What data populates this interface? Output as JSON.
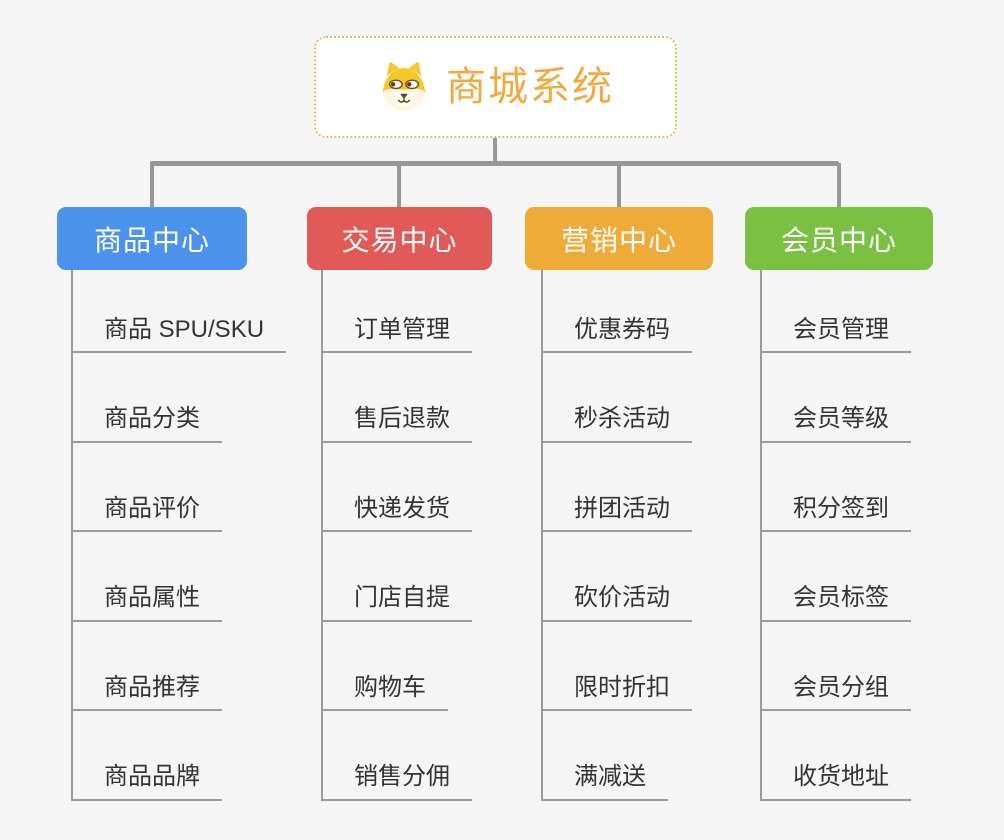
{
  "root": {
    "title": "商城系统",
    "icon": "dog-face-icon"
  },
  "branches": [
    {
      "label": "商品中心",
      "color": "#4b92ec",
      "items": [
        "商品 SPU/SKU",
        "商品分类",
        "商品评价",
        "商品属性",
        "商品推荐",
        "商品品牌"
      ]
    },
    {
      "label": "交易中心",
      "color": "#e25a58",
      "items": [
        "订单管理",
        "售后退款",
        "快递发货",
        "门店自提",
        "购物车",
        "销售分佣"
      ]
    },
    {
      "label": "营销中心",
      "color": "#efab38",
      "items": [
        "优惠券码",
        "秒杀活动",
        "拼团活动",
        "砍价活动",
        "限时折扣",
        "满减送"
      ]
    },
    {
      "label": "会员中心",
      "color": "#7ac143",
      "items": [
        "会员管理",
        "会员等级",
        "积分签到",
        "会员标签",
        "会员分组",
        "收货地址"
      ]
    }
  ],
  "colors": {
    "root_accent": "#f2a93d",
    "root_border": "#efb868",
    "connector": "#979797",
    "underline": "#9b9b9b",
    "item_text": "#333333",
    "background": "#f5f5f5"
  }
}
